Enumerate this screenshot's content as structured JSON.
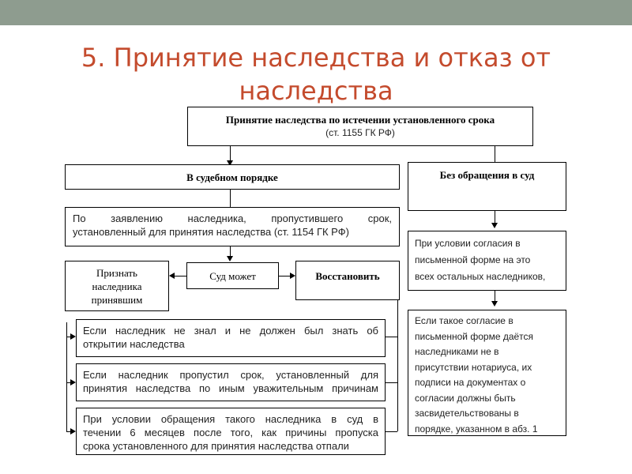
{
  "slide": {
    "title_line1": "5. Принятие наследства и отказ от",
    "title_line2": "наследства"
  },
  "diagram": {
    "top_box": {
      "line1": "Принятие наследства по истечении установленного срока",
      "line2": "(ст. 1155 ГК РФ)"
    },
    "judicial": "В судебном порядке",
    "no_court": "Без обращения в суд",
    "application": {
      "line1": "По заявлению наследника, пропустившего срок,",
      "line2": "установленный для принятия наследства (ст. 1154 ГК РФ)"
    },
    "recognize": {
      "line1": "Признать",
      "line2": "наследника",
      "line3": "принявшим"
    },
    "court_may": "Суд может",
    "restore": "Восстановить",
    "conditions": [
      {
        "line1": "Если наследник не знал и не должен был знать об",
        "line2": "открытии наследства"
      },
      {
        "line1": "Если наследник пропустил срок, установленный для",
        "line2": "принятия наследства по иным уважительным причинам"
      },
      {
        "line1": "При условии обращения такого наследника в суд в",
        "line2": "течении 6 месяцев после того, как причины пропуска",
        "line3": "срока установленного для принятия наследства отпали"
      }
    ],
    "consent": {
      "line1": "При условии согласия в",
      "line2": "письменной форме на это",
      "line3": "всех остальных наследников,"
    },
    "consent_form": {
      "line1": "Если такое согласие в",
      "line2": "письменной форме даётся",
      "line3": "наследниками не в",
      "line4": "присутствии нотариуса, их",
      "line5": "подписи на документах о",
      "line6": "согласии должны быть",
      "line7": "засвидетельствованы в",
      "line8": "порядке, указанном в абз. 1"
    }
  }
}
